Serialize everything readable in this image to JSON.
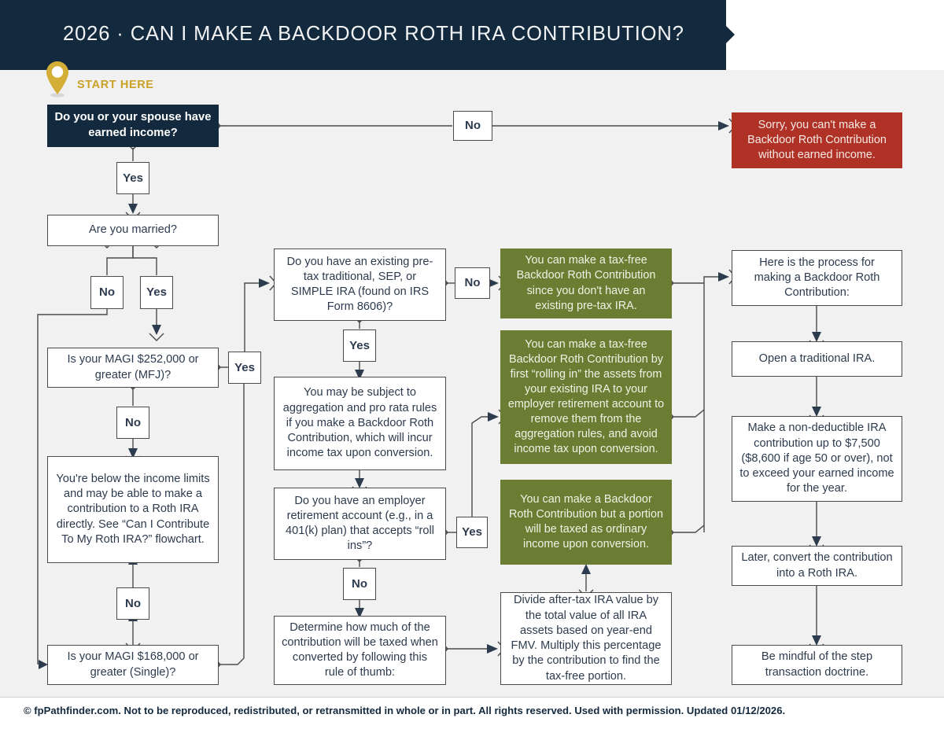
{
  "header": {
    "title": "2026 · CAN I MAKE A BACKDOOR ROTH IRA CONTRIBUTION?",
    "bar_color": "#13293d"
  },
  "start": {
    "label": "START HERE",
    "pin_icon": "map-pin-icon",
    "pin_color": "#d4af37"
  },
  "colors": {
    "background": "#f1f1f1",
    "navy": "#13293d",
    "green": "#6b7d33",
    "red": "#b03226",
    "gold": "#c9a227",
    "border": "#4a4a4a",
    "text": "#2d3b4e"
  },
  "nodes": {
    "earned_income": "Do you or your spouse have earned income?",
    "no_earned_income_result": "Sorry, you can't make a Backdoor Roth Contribution without earned income.",
    "married": "Are you married?",
    "magi_mfj": "Is your MAGI $252,000 or greater (MFJ)?",
    "below_limits": "You're below the income limits and may be able to make a contribution to a Roth IRA directly. See “Can I Contribute To My Roth IRA?” flowchart.",
    "magi_single": "Is your MAGI $168,000 or greater (Single)?",
    "existing_pretax": "Do you have an existing pre-tax traditional, SEP, or SIMPLE IRA (found on IRS Form 8606)?",
    "aggregation": "You may be subject to aggregation and pro rata rules if you make a Backdoor Roth Contribution, which will incur income tax upon conversion.",
    "employer_plan": "Do you have an employer retirement account (e.g., in a 401(k) plan) that accepts “roll ins”?",
    "rule_of_thumb": "Determine how much of the contribution will be taxed when converted by following this rule of thumb:",
    "green_no_pretax": "You can make a tax-free Backdoor Roth Contribution since you don't have an existing pre-tax IRA.",
    "green_roll_in": "You can make a tax-free Backdoor Roth Contribution by first “rolling in” the assets from your existing IRA to your employer retirement account to remove them from the aggregation rules, and avoid income tax upon conversion.",
    "green_partial_tax": "You can make a Backdoor Roth Contribution but a portion will be taxed as ordinary income upon conversion.",
    "pro_rata_formula": "Divide after-tax IRA value by the total value of all IRA assets based on year-end FMV. Multiply this percentage by the contribution to find the tax-free portion.",
    "process_intro": "Here is the process for making a Backdoor Roth Contribution:",
    "open_ira": "Open a traditional IRA.",
    "nondeductible": "Make a non-deductible IRA contribution up to $7,500 ($8,600 if age 50 or over), not to exceed your earned income for the year.",
    "convert": "Later, convert the contribution into a Roth IRA.",
    "step_doctrine": "Be mindful of the step transaction doctrine."
  },
  "labels": {
    "no_earned": "No",
    "yes_earned": "Yes",
    "married_no": "No",
    "married_yes": "Yes",
    "magi_yes": "Yes",
    "mfj_no": "No",
    "single_no": "No",
    "pretax_no": "No",
    "pretax_yes": "Yes",
    "employer_yes": "Yes",
    "employer_no": "No"
  },
  "footer": {
    "text": "© fpPathfinder.com. Not to be reproduced, redistributed, or retransmitted in whole or in part. All rights reserved. Used with permission. Updated 01/12/2026."
  }
}
